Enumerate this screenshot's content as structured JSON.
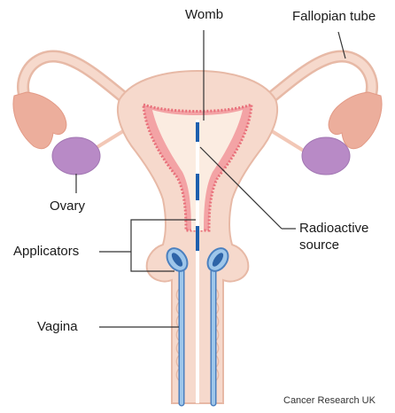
{
  "labels": {
    "womb": "Womb",
    "fallopian_tube": "Fallopian tube",
    "ovary": "Ovary",
    "applicators": "Applicators",
    "radioactive_source_line1": "Radioactive",
    "radioactive_source_line2": "source",
    "vagina": "Vagina"
  },
  "credit": "Cancer Research UK",
  "colors": {
    "tissue": "#f6d9cc",
    "tissue_outline": "#e7b9a6",
    "tube": "#f2c7b6",
    "fimbriae": "#ecae9c",
    "ovary": "#b88ac6",
    "lining": "#e8707a",
    "cavity": "#fbece1",
    "applicator": "#9ec6ea",
    "applicator_outline": "#4b80bf",
    "applicator_tip": "#2e64a8",
    "source": "#1d5fae",
    "leader_line": "#333333"
  }
}
